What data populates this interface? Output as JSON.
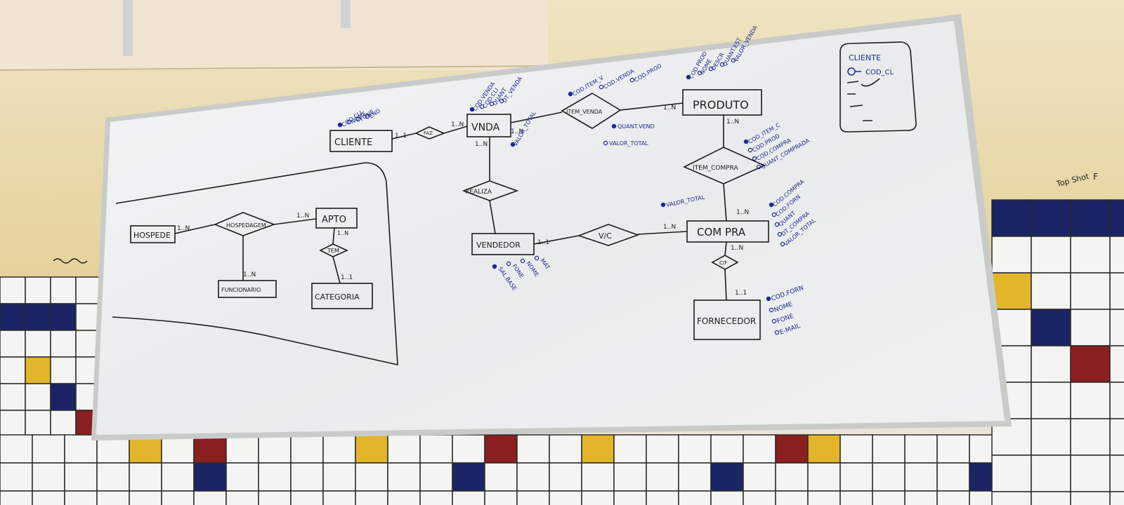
{
  "scene": {
    "description_free": true,
    "colors": {
      "wall": "#e7d9a6",
      "whiteboard": "#eef0ef",
      "ink": "#1c1c1c",
      "blue_ink": "#1d2a8f",
      "tile_white": "#f4f4f2",
      "tile_grout": "#2b2b2b",
      "tile_yellow": "#e2b52a",
      "tile_navy": "#1b2566",
      "tile_red": "#8a1f1f"
    }
  },
  "diagram": {
    "entities": {
      "cliente": "CLIENTE",
      "venda": "VNDA",
      "produto": "PRODUTO",
      "vendedor": "VENDEDOR",
      "compra": "COM PRA",
      "fornecedor": "FORNECEDOR",
      "hospede": "HOSPEDE",
      "apto": "APTO",
      "funcionario": "FUNCIONARIO",
      "categoria": "CATEGORIA"
    },
    "relationships": {
      "faz": "FAZ",
      "item_venda": "ITEM_VENDA",
      "item_compra": "ITEM_COMPRA",
      "realiza": "REALIZA",
      "vc": "V/C",
      "cf": "C/F",
      "hospedagem": "HOSPEDAGEM",
      "tem": "TEM"
    },
    "cardinalities": {
      "cliente_faz": "1..1",
      "faz_venda": "1..N",
      "venda_item": "1..N",
      "venda_realiza": "1..N",
      "item_produto": "1..N",
      "produto_itemcompra": "1..N",
      "compra_itemcompra": "1..N",
      "vc_compra": "1..N",
      "vendedor_vc": "1..1",
      "compra_cf": "1..N",
      "cf_fornecedor": "1..1",
      "hospede_hosp": "1..N",
      "hosp_apto": "1..N",
      "apto_tem": "1..N",
      "tem_categoria": "1..1",
      "hosp_func": "1..N"
    },
    "attributes": {
      "cliente": [
        "COD.CLI",
        "NOME",
        "FONE",
        "END"
      ],
      "venda": [
        "COD.VENDA",
        "COD.CLI",
        "QUANT",
        "DT_VENDA"
      ],
      "venda_extra": "VALOR_TOTAL",
      "item_venda_top": [
        "COD.ITEM_V",
        "COD.VENDA",
        "COD.PROD"
      ],
      "item_venda_bottom": [
        "QUANT.VEND",
        "VALOR_TOTAL"
      ],
      "produto": [
        "COD.PROD",
        "NOME",
        "DESCR",
        "QUANT.EST",
        "VALOR_VENDA"
      ],
      "item_compra": [
        "COD_ITEM_C",
        "COD.PROD",
        "COD.COMPRA",
        "QUANT_COMPRADA"
      ],
      "item_compra_extra": "VALOR_TOTAL",
      "compra": [
        "COD.COMPRA",
        "COD.FORN",
        "QUANT",
        "DT_COMPRA",
        "VALOR_TOTAL"
      ],
      "vendedor": [
        "SAL.BASE",
        "FONE",
        "NOME",
        "MAT"
      ],
      "fornecedor": [
        "COD.FORN",
        "NOME",
        "FONE",
        "E-MAIL"
      ]
    },
    "legend": {
      "title": "CLIENTE",
      "key_item": "COD_CL"
    }
  },
  "wall_writing": [
    "Top Shot",
    "F"
  ]
}
